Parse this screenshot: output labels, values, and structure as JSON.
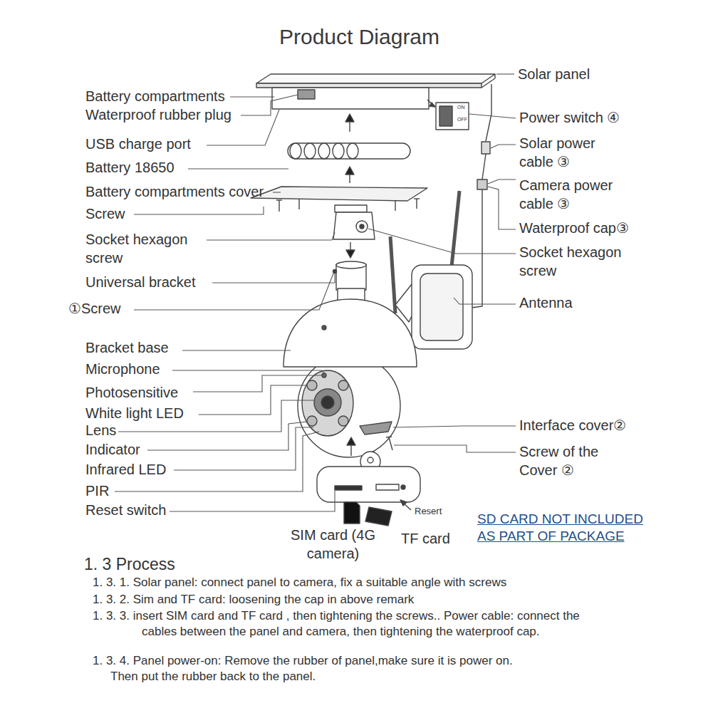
{
  "diagram": {
    "title": "Product Diagram",
    "labels": [
      "Battery compartments",
      "Waterproof rubber plug",
      "USB charge port",
      "Battery 18650",
      "Battery compartments cover",
      "Screw",
      "Socket hexagon screw",
      "Universal bracket",
      "①Screw",
      "Bracket base",
      "Microphone",
      "Photosensitive",
      "White light LED",
      "Lens",
      "Indicator",
      "Infrared LED",
      "PIR",
      "Reset switch",
      "Solar panel",
      "Power switch ④",
      "Solar power cable ③",
      "Camera power cable ③",
      "Waterproof cap③",
      "Socket hexagon screw",
      "Antenna",
      "Interface cover②",
      "Screw of the Cover ②",
      "ON",
      "OFF",
      "Resert",
      "SIM card (4G camera)",
      "TF card",
      "SD CARD NOT INCLUDED AS PART OF PACKAGE",
      "1. 3 Process",
      "1. 3. 1. Solar panel: connect panel to camera, fix a suitable angle with screws",
      "1. 3. 2. Sim and TF card: loosening the cap in above remark",
      "1. 3. 3. insert SIM card and TF card , then tightening the screws.. Power cable: connect the cables between the panel and camera, then tightening the waterproof cap.",
      "1. 3. 4. Panel power-on: Remove the rubber of panel,make sure it is power on. Then put the rubber back to the panel."
    ]
  }
}
